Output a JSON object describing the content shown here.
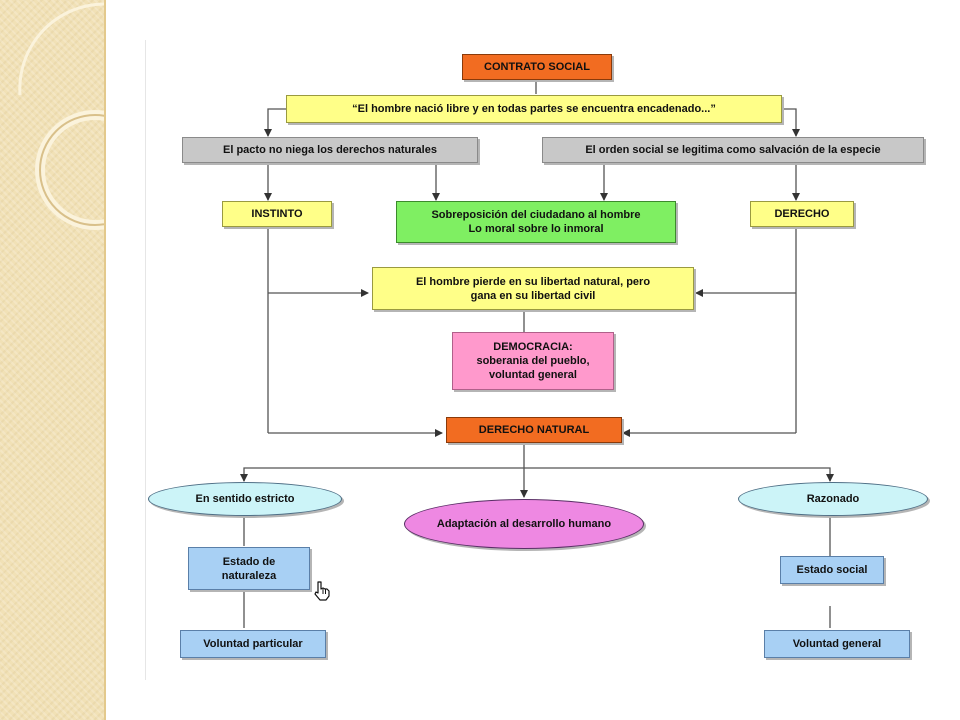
{
  "diagram": {
    "title": "CONTRATO SOCIAL",
    "quote": "“El hombre nació libre y en todas partes se encuentra encadenado...”",
    "pacto": "El pacto no niega los derechos naturales",
    "orden": "El orden social se legitima como salvación de la especie",
    "instinto": "INSTINTO",
    "sobreposicion": "Sobreposición del ciudadano al hombre\nLo moral sobre lo inmoral",
    "derecho": "DERECHO",
    "libertad": "El hombre pierde en su libertad natural, pero\ngana en su libertad civil",
    "democracia": "DEMOCRACIA:\nsoberania del pueblo,\nvoluntad general",
    "derecho_natural": "DERECHO NATURAL",
    "sentido_estricto": "En sentido estricto",
    "adaptacion": "Adaptación al desarrollo humano",
    "razonado": "Razonado",
    "estado_naturaleza": "Estado de\nnaturaleza",
    "estado_social": "Estado social",
    "voluntad_particular": "Voluntad particular",
    "voluntad_general": "Voluntad general"
  },
  "colors": {
    "orange": "#f26c21",
    "yellow": "#ffff88",
    "gray": "#c8c8c8",
    "green": "#7fef62",
    "pink": "#ff99cc",
    "blue": "#a8d0f4",
    "ellipse_cyan": "#ccf4f8",
    "ellipse_magenta": "#ee88e2",
    "side_strip": "#f1e1b6"
  },
  "icons": {
    "cursor": "hand-pointer-icon"
  }
}
